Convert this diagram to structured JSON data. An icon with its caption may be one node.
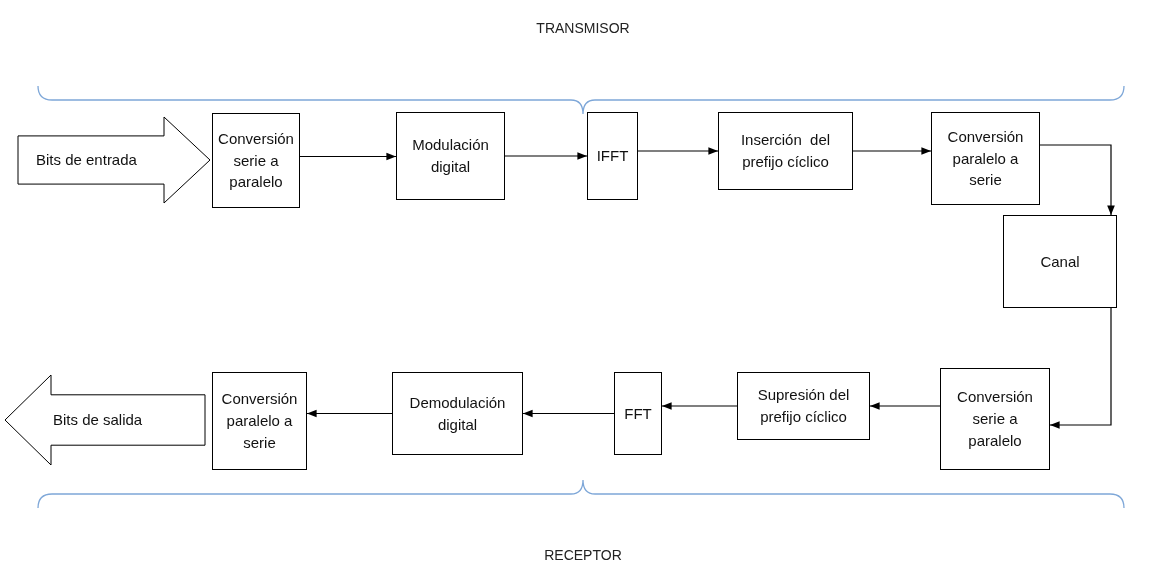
{
  "diagram": {
    "nodes": [
      {
        "text": [
          "Bits de entrada"
        ]
      },
      {
        "text": [
          "Conversión serie a paralelo"
        ]
      },
      {
        "text": [
          "Modulación digital"
        ]
      },
      {
        "text": [
          "IFFT"
        ]
      },
      {
        "text": [
          "Inserción  del prefijo cíclico"
        ]
      },
      {
        "text": [
          "Conversión paralelo a serie"
        ]
      },
      {
        "text": [
          "Canal"
        ]
      },
      {
        "text": [
          "Conversión serie a paralelo"
        ]
      },
      {
        "text": [
          "Supresión del prefijo cíclico"
        ]
      },
      {
        "text": [
          "FFT"
        ]
      },
      {
        "text": [
          "Demodulación digital"
        ]
      },
      {
        "text": [
          "Conversión paralelo a serie"
        ]
      },
      {
        "text": [
          "Bits de salida"
        ]
      }
    ],
    "edges": [
      {
        "from": 1,
        "to": 2,
        "arrow": "to"
      },
      {
        "from": 2,
        "to": 3,
        "arrow": "to"
      },
      {
        "from": 3,
        "to": 4,
        "arrow": "to"
      },
      {
        "from": 4,
        "to": 5,
        "arrow": "to"
      },
      {
        "from": 5,
        "to": 6,
        "arrow": "to"
      },
      {
        "from": 6,
        "to": 7,
        "arrow": "to"
      },
      {
        "from": 7,
        "to": 8,
        "arrow": "to"
      },
      {
        "from": 8,
        "to": 9,
        "arrow": "to"
      },
      {
        "from": 9,
        "to": 10,
        "arrow": "to"
      },
      {
        "from": 10,
        "to": 11,
        "arrow": "to"
      }
    ],
    "labels": [
      "TRANSMISOR",
      "RECEPTOR"
    ]
  }
}
